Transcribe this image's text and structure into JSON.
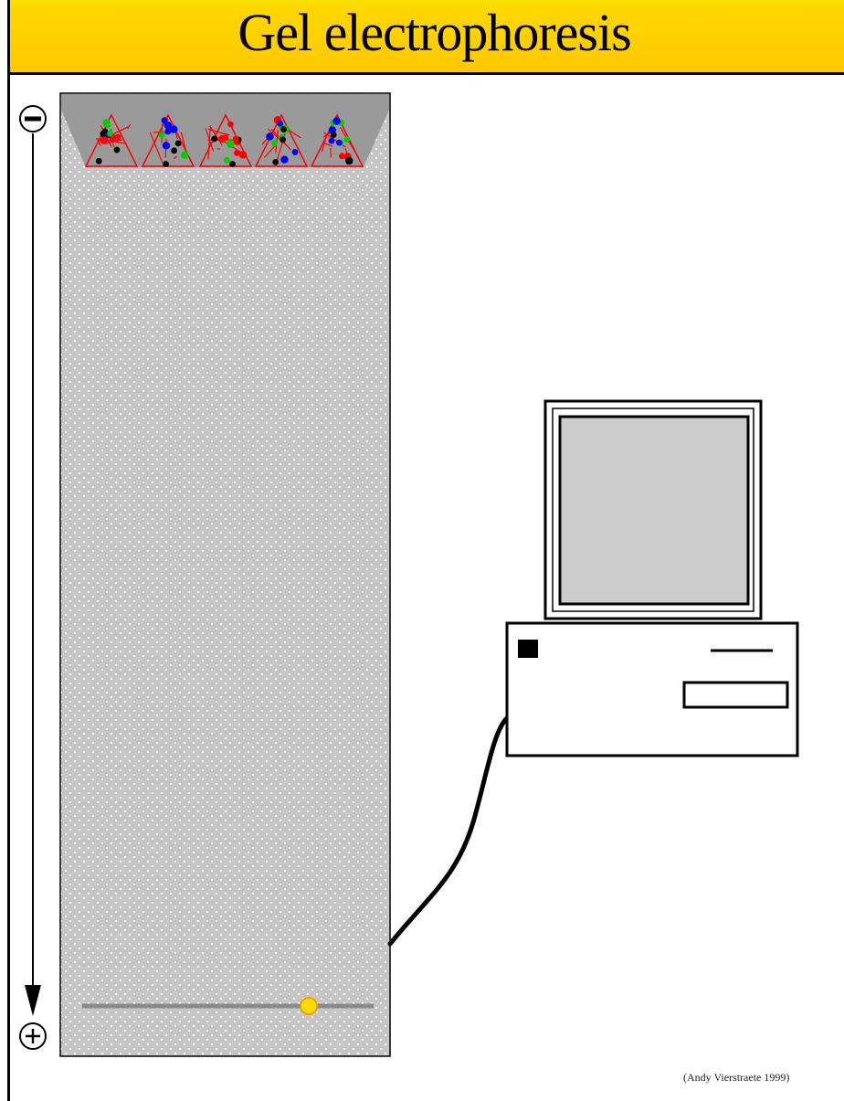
{
  "title": "Gel electrophoresis",
  "credit": "(Andy Vierstraete 1999)",
  "electrodes": {
    "top": "−",
    "bottom": "+"
  },
  "colors": {
    "title_bar": "#ffcc00",
    "gel": "#c8c8c8",
    "well_area": "#9a9a9a",
    "dna_strand": "#ff0000",
    "nucleotides": [
      "#0000ff",
      "#00cc00",
      "#ff0000",
      "#000000"
    ],
    "tracking_dot": "#ffdd00",
    "monitor_screen": "#cccccc"
  },
  "sample_lanes": [
    {
      "lane": 1
    },
    {
      "lane": 2
    },
    {
      "lane": 3
    },
    {
      "lane": 4
    },
    {
      "lane": 5
    }
  ]
}
